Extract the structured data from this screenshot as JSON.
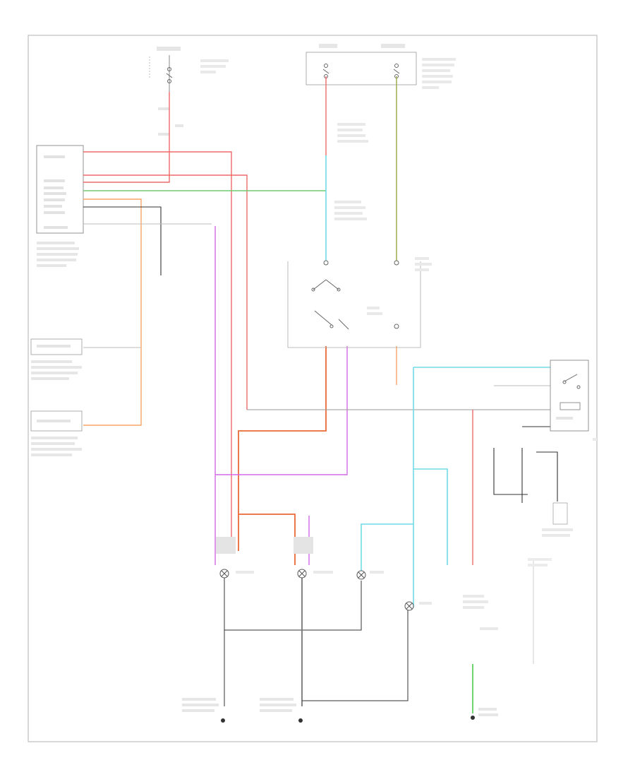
{
  "diagram": {
    "footer_code": "",
    "wire_colors": {
      "red": "#f06a6a",
      "orange": "#f5a66a",
      "dark_orange": "#ea6a38",
      "green": "#72cc72",
      "olive": "#a3b35a",
      "cyan": "#6fdce8",
      "magenta": "#d46ae6",
      "black": "#222222",
      "gray": "#999999",
      "bright_green": "#4cc94c"
    },
    "components": [
      {
        "id": "fuse-block-left",
        "icon": "fuse-icon",
        "label": ""
      },
      {
        "id": "fuse-block-top",
        "icon": "fuse-icon",
        "label": ""
      },
      {
        "id": "control-module",
        "label": ""
      },
      {
        "id": "mirror-switch-upper",
        "label": ""
      },
      {
        "id": "mirror-switch-lower",
        "label": ""
      },
      {
        "id": "headlamp-switch",
        "label": ""
      },
      {
        "id": "left-headlamp",
        "icon": "lamp-icon",
        "label": ""
      },
      {
        "id": "right-headlamp",
        "icon": "lamp-icon",
        "label": ""
      },
      {
        "id": "left-fog-lamp",
        "icon": "lamp-icon",
        "label": ""
      },
      {
        "id": "right-fog-lamp",
        "icon": "lamp-icon",
        "label": ""
      },
      {
        "id": "fog-lamp-relay",
        "icon": "relay-icon",
        "label": ""
      },
      {
        "id": "ground-left",
        "icon": "ground-icon",
        "label": ""
      },
      {
        "id": "ground-right",
        "icon": "ground-icon",
        "label": ""
      },
      {
        "id": "ground-bottom-right",
        "icon": "ground-icon",
        "label": ""
      }
    ]
  }
}
